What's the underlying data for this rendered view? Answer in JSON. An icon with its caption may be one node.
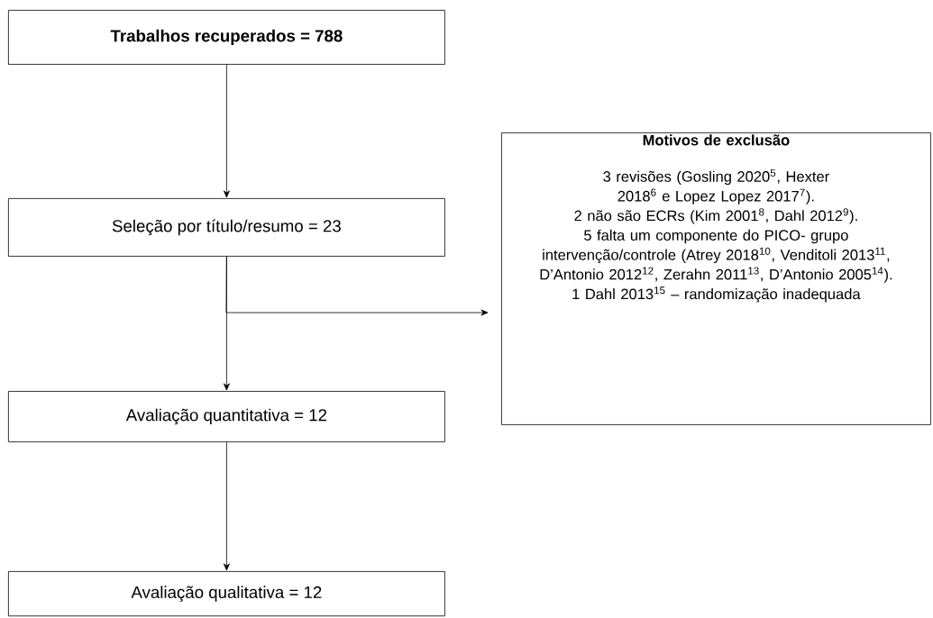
{
  "diagram": {
    "nodes": [
      {
        "text": [
          "Trabalhos recuperados = 788"
        ]
      },
      {
        "text": [
          "Seleção por título/resumo = 23"
        ]
      },
      {
        "text": [
          "Avaliação quantitativa = 12"
        ]
      },
      {
        "text": [
          "Avaliação qualitativa = 12"
        ]
      },
      {
        "text": [
          "Motivos de exclusão",
          "3 revisões (Gosling 2020$^{5}$, Hexter 2018$^{6}$ e Lopez Lopez 2017$^{7}$).",
          "2 não são ECRs (Kim 2001$^{8}$, Dahl 2012$^{9}$).",
          "5 falta um componente do PICO- grupo intervenção/controle (Atrey 2018$^{10}$, Venditoli 2013$^{11}$, D’Antonio 2012$^{12}$, Zerahn 2011$^{13}$, D’Antonio 2005$^{14}$).",
          "1 Dahl 2013$^{15}$ – randomização inadequada"
        ]
      }
    ],
    "edges": [
      {
        "from": 0,
        "to": 1,
        "arrow": "to"
      },
      {
        "from": 1,
        "to": 2,
        "arrow": "to"
      },
      {
        "from": 1,
        "to": 4,
        "arrow": "to"
      },
      {
        "from": 2,
        "to": 3,
        "arrow": "to"
      }
    ]
  }
}
